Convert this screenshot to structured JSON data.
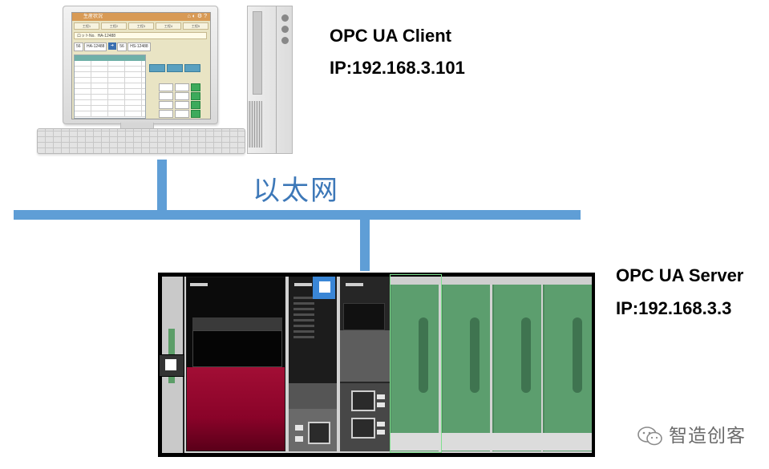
{
  "client": {
    "name": "OPC UA Client",
    "ip": "IP:192.168.3.101"
  },
  "server": {
    "name": "OPC UA Server",
    "ip": "IP:192.168.3.3"
  },
  "network": {
    "label": "以太网",
    "color": "#5f9ed6"
  },
  "pc_screen": {
    "title": "生産状況",
    "tabs": [
      "工程1",
      "工程2",
      "工程3",
      "工程4",
      "工程5"
    ],
    "lot_label": "ロットNo.",
    "lot_value": "HA-12488",
    "row_left_no": "56",
    "row_left_code": "HA-12488",
    "row_right_no": "56",
    "row_right_code": "HS-12488"
  },
  "watermark": {
    "text": "智造创客"
  },
  "colors": {
    "cpu_red": "#8a0329",
    "io_green": "#5c9e6e",
    "badge_blue": "#3a86d6"
  }
}
